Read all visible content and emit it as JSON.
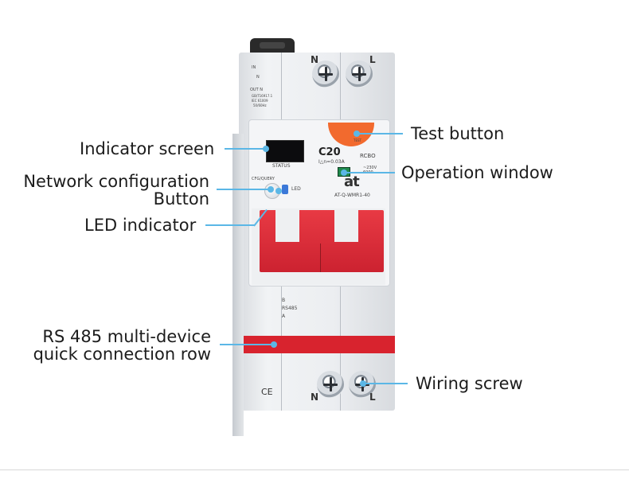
{
  "callouts": {
    "indicator_screen": "Indicator screen",
    "network_config_line1": "Network configuration",
    "network_config_line2": "Button",
    "led_indicator": "LED indicator",
    "rs485_line1": "RS 485 multi-device",
    "rs485_line2": "quick connection row",
    "test_button": "Test button",
    "operation_window": "Operation window",
    "wiring_screw": "Wiring screw"
  },
  "device": {
    "top_terminal_n": "N",
    "top_terminal_l": "L",
    "bottom_terminal_n": "N",
    "bottom_terminal_l": "L",
    "spec_lines": [
      "IN",
      "N",
      "OUT N",
      "GB/T16917.1",
      "IEC 61009",
      "50/60Hz"
    ],
    "status_label": "STATUS",
    "rating": "C20",
    "residual_current": "I△n=0.03A",
    "type": "RCBO",
    "voltage_line1": "~230V",
    "voltage_line2": "6000",
    "cfg_label": "CFG/QUERY",
    "led_label": "LED",
    "brand": "at",
    "model": "AT-Q-WMR1-40",
    "rs485_b": "B",
    "rs485_name": "RS485",
    "rs485_a": "A",
    "ce_mark": "CE",
    "test_text": "TEST"
  },
  "colors": {
    "leader_line": "#5bb7e6",
    "handle_red": "#e0303a",
    "test_button_orange": "#f26a2e",
    "body_grey": "#e9ebee"
  }
}
